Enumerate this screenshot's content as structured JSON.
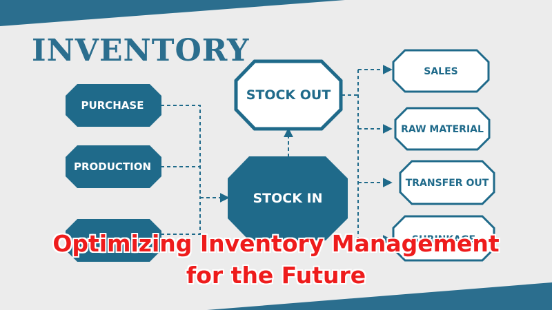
{
  "title": "INVENTORY",
  "nodes": {
    "purchase": "PURCHASE",
    "production": "PRODUCTION",
    "stock_in": "STOCK IN",
    "stock_out": "STOCK OUT",
    "sales": "SALES",
    "raw_material": "RAW MATERIAL",
    "transfer_out": "TRANSFER OUT",
    "shrinkage": "SHRINKAGE"
  },
  "caption": {
    "line1": "Optimizing Inventory Management",
    "line2": "for the Future"
  },
  "colors": {
    "primary": "#1f6a8a",
    "band": "#2b6e8e",
    "caption": "#ee1c1c",
    "background": "#ececec"
  }
}
